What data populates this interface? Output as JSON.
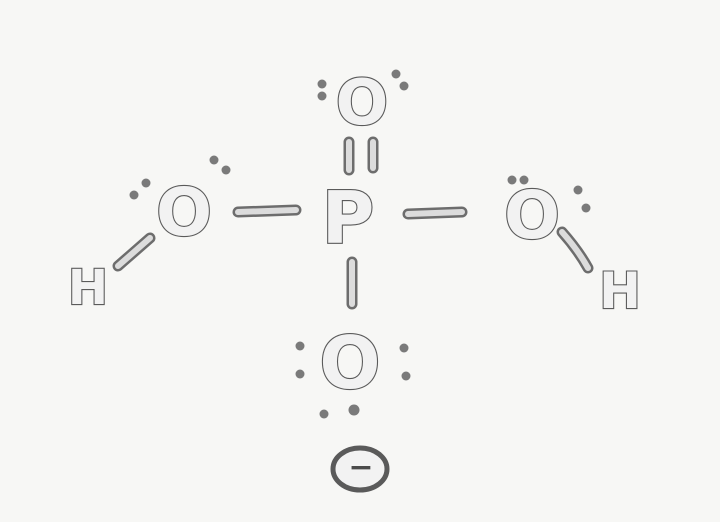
{
  "structure": {
    "atoms": {
      "phosphorus": "P",
      "oxygen_top": "O",
      "oxygen_left": "O",
      "oxygen_right": "O",
      "oxygen_bottom": "O",
      "hydrogen_left": "H",
      "hydrogen_right": "H"
    },
    "charge": "−"
  },
  "colors": {
    "background": "#f7f7f5",
    "stroke": "#5a5a5a",
    "fill": "#f2f2f2"
  }
}
